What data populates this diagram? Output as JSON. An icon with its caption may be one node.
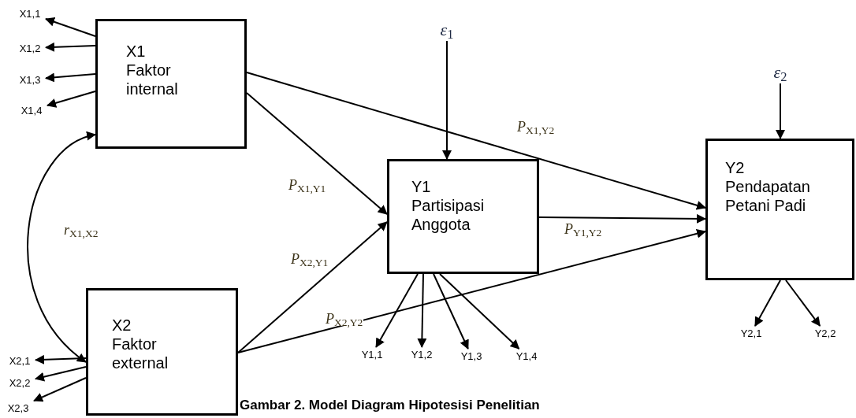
{
  "diagram": {
    "caption": "Gambar 2. Model Diagram Hipotesisi Penelitian",
    "nodes": [
      {
        "text": [
          "X1",
          "Faktor internal"
        ]
      },
      {
        "text": [
          "X2",
          "Faktor external"
        ]
      },
      {
        "text": [
          "Y1",
          "Partisipasi Anggota"
        ]
      },
      {
        "text": [
          "Y2",
          "Pendapatan Petani Padi"
        ]
      },
      {
        "text": [
          "*ε*$_{1}$"
        ]
      },
      {
        "text": [
          "*ε*$_{2}$"
        ]
      },
      {
        "text": [
          "X1,1"
        ]
      },
      {
        "text": [
          "X1,2"
        ]
      },
      {
        "text": [
          "X1,3"
        ]
      },
      {
        "text": [
          "X1,4"
        ]
      },
      {
        "text": [
          "X2,1"
        ]
      },
      {
        "text": [
          "X2,2"
        ]
      },
      {
        "text": [
          "X2,3"
        ]
      },
      {
        "text": [
          "Y1,1"
        ]
      },
      {
        "text": [
          "Y1,2"
        ]
      },
      {
        "text": [
          "Y1,3"
        ]
      },
      {
        "text": [
          "Y1,4"
        ]
      },
      {
        "text": [
          "Y2,1"
        ]
      },
      {
        "text": [
          "Y2,2"
        ]
      }
    ],
    "edges": [
      {
        "from": 0,
        "to": 2,
        "arrow": "to",
        "label": "*P*$_{X1,Y1}$"
      },
      {
        "from": 0,
        "to": 3,
        "arrow": "to",
        "label": "*P*$_{X1,Y2}$"
      },
      {
        "from": 1,
        "to": 2,
        "arrow": "to",
        "label": "*P*$_{X2,Y1}$"
      },
      {
        "from": 1,
        "to": 3,
        "arrow": "to",
        "label": "*P*$_{X2,Y2}$"
      },
      {
        "from": 2,
        "to": 3,
        "arrow": "to",
        "label": "*P*$_{Y1,Y2}$"
      },
      {
        "from": 0,
        "to": 1,
        "arrow": "both",
        "label": "*r*$_{X1,X2}$"
      },
      {
        "from": 4,
        "to": 2,
        "arrow": "to"
      },
      {
        "from": 5,
        "to": 3,
        "arrow": "to"
      },
      {
        "from": 0,
        "to": 6,
        "arrow": "to"
      },
      {
        "from": 0,
        "to": 7,
        "arrow": "to"
      },
      {
        "from": 0,
        "to": 8,
        "arrow": "to"
      },
      {
        "from": 0,
        "to": 9,
        "arrow": "to"
      },
      {
        "from": 1,
        "to": 10,
        "arrow": "to"
      },
      {
        "from": 1,
        "to": 11,
        "arrow": "to"
      },
      {
        "from": 1,
        "to": 12,
        "arrow": "to"
      },
      {
        "from": 2,
        "to": 13,
        "arrow": "to"
      },
      {
        "from": 2,
        "to": 14,
        "arrow": "to"
      },
      {
        "from": 2,
        "to": 15,
        "arrow": "to"
      },
      {
        "from": 2,
        "to": 16,
        "arrow": "to"
      },
      {
        "from": 3,
        "to": 17,
        "arrow": "to"
      },
      {
        "from": 3,
        "to": 18,
        "arrow": "to"
      }
    ]
  }
}
